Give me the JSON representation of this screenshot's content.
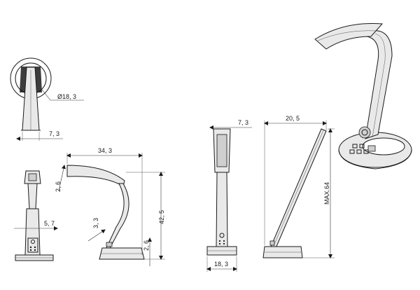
{
  "dimensions": {
    "dia_18_3": "Ø18, 3",
    "w_7_3_a": "7, 3",
    "w_34_3": "34, 3",
    "t_2_6_a": "2, 6",
    "d_5_7": "5, 7",
    "d_3_3": "3, 3",
    "h_42_5": "42, 5",
    "t_2_6_b": "2, 6",
    "w_7_3_b": "7, 3",
    "w_18_3": "18, 3",
    "w_20_5": "20, 5",
    "h_max64": "MAX.64"
  }
}
